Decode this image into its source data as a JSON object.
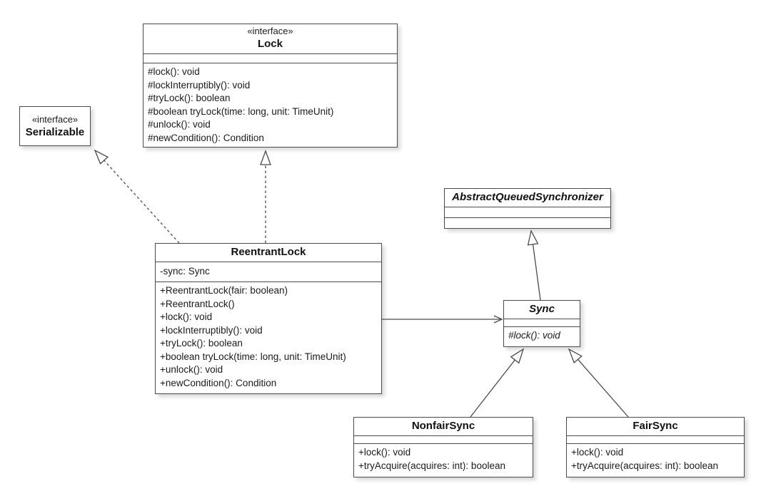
{
  "classes": {
    "lock": {
      "stereotype": "«interface»",
      "name": "Lock",
      "attributes": [],
      "methods": [
        "#lock(): void",
        "#lockInterruptibly(): void",
        "#tryLock(): boolean",
        "#boolean tryLock(time: long, unit: TimeUnit)",
        "#unlock(): void",
        "#newCondition(): Condition"
      ]
    },
    "serializable": {
      "stereotype": "«interface»",
      "name": "Serializable",
      "attributes": [],
      "methods": []
    },
    "reentrantLock": {
      "name": "ReentrantLock",
      "attributes": [
        "-sync: Sync"
      ],
      "methods": [
        "+ReentrantLock(fair: boolean)",
        "+ReentrantLock()",
        "+lock(): void",
        "+lockInterruptibly(): void",
        "+tryLock(): boolean",
        "+boolean tryLock(time: long, unit: TimeUnit)",
        "+unlock(): void",
        "+newCondition(): Condition"
      ]
    },
    "abstractQueuedSynchronizer": {
      "name": "AbstractQueuedSynchronizer",
      "abstract": true,
      "attributes": [],
      "methods": []
    },
    "sync": {
      "name": "Sync",
      "abstract": true,
      "attributes": [],
      "methods": [
        "#lock(): void"
      ]
    },
    "nonfairSync": {
      "name": "NonfairSync",
      "attributes": [],
      "methods": [
        "+lock(): void",
        "+tryAcquire(acquires: int): boolean"
      ]
    },
    "fairSync": {
      "name": "FairSync",
      "attributes": [],
      "methods": [
        "+lock(): void",
        "+tryAcquire(acquires: int): boolean"
      ]
    }
  },
  "relationships": [
    {
      "from": "ReentrantLock",
      "to": "Lock",
      "type": "realization"
    },
    {
      "from": "ReentrantLock",
      "to": "Serializable",
      "type": "realization"
    },
    {
      "from": "Sync",
      "to": "AbstractQueuedSynchronizer",
      "type": "generalization"
    },
    {
      "from": "ReentrantLock",
      "to": "Sync",
      "type": "association"
    },
    {
      "from": "NonfairSync",
      "to": "Sync",
      "type": "generalization"
    },
    {
      "from": "FairSync",
      "to": "Sync",
      "type": "generalization"
    }
  ],
  "colors": {
    "line": "#4a4a4a",
    "box_fill": "#ffffff",
    "text": "#1a1a1a",
    "background": "#ffffff"
  }
}
